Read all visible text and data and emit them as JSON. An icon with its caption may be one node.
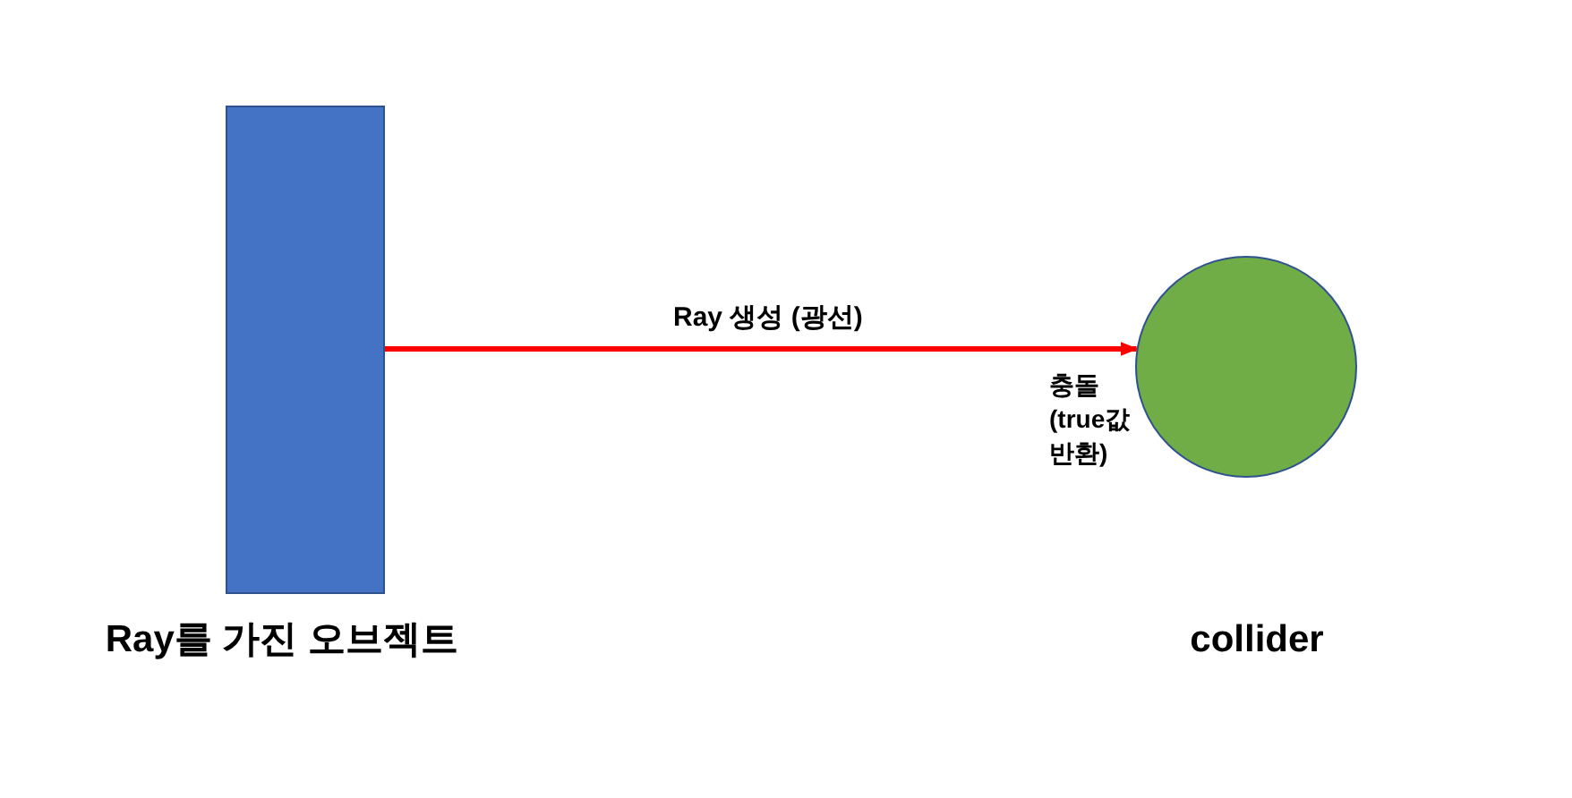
{
  "diagram": {
    "nodes": [
      {
        "text": [],
        "shape": "bar",
        "beside": [
          "Ray를 가진 오브젝트"
        ]
      },
      {
        "text": [],
        "shape": "circle",
        "beside": [
          "collider"
        ]
      }
    ],
    "edges": [
      {
        "from": 0,
        "to": 1,
        "arrow": "to",
        "label": "Ray 생성 (광선)",
        "color": "#ff0000"
      }
    ],
    "labels": [
      "충돌 (true값 반환)"
    ]
  }
}
